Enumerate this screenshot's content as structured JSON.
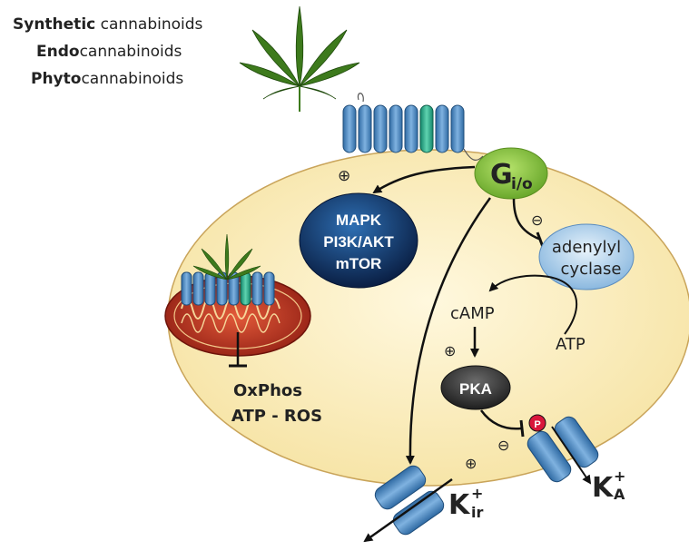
{
  "legend": {
    "synthetic": {
      "bold": "Synthetic",
      "rest": " cannabinoids"
    },
    "endo": {
      "bold": "Endo",
      "rest": "cannabinoids"
    },
    "phyto": {
      "bold": "Phyto",
      "rest": "cannabinoids"
    }
  },
  "gprotein": {
    "main": "G",
    "sub": "i/o"
  },
  "mapk_node": {
    "line1": "MAPK",
    "line2": "PI3K/AKT",
    "line3": "mTOR"
  },
  "adenylyl_cyclase": {
    "line1": "adenylyl",
    "line2": "cyclase"
  },
  "camp_label": "cAMP",
  "atp_label": "ATP",
  "pka_label": "PKA",
  "phospho_label": "P",
  "oxphos": {
    "line1": "OxPhos",
    "line2": "ATP - ROS"
  },
  "kir": {
    "base": "K",
    "sup": "+",
    "sub": "ir"
  },
  "ka": {
    "base": "K",
    "sup": "+",
    "sub": "A"
  },
  "signs": {
    "plus": "⊕",
    "minus": "⊖"
  },
  "colors": {
    "cell_fill": "#fdf0c4",
    "receptor_blue": "#4a86c0",
    "receptor_highlight": "#2bb58d",
    "gprotein_green": "#8cc63f",
    "mito_red": "#c0392b",
    "pka_dark": "#3a3a3a",
    "mapk_navy": "#0d2c5a",
    "ac_blue": "#b7d6f0"
  }
}
